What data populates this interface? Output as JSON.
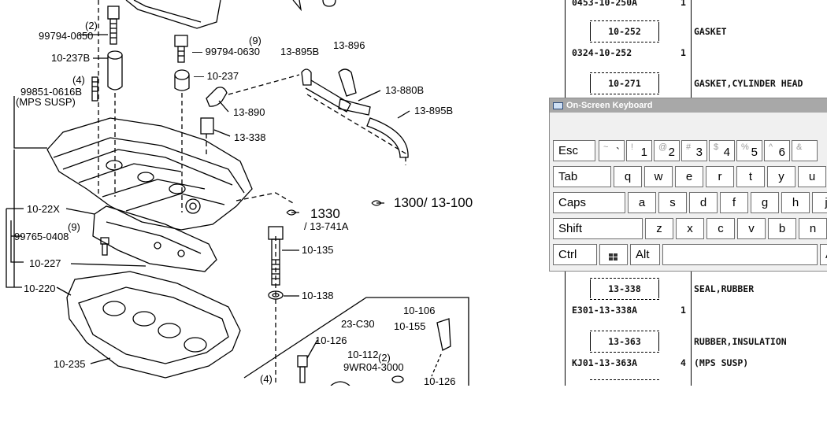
{
  "diagram": {
    "labels": {
      "p99794_0650_qty": "(2)",
      "p99794_0650": "99794-0650",
      "p99794_0630_qty": "(9)",
      "p99794_0630": "— 99794-0630",
      "p13_895B_a": "13-895B",
      "p13_896": "13-896",
      "p10_237B": "10-237B",
      "p10_237": "— 10-237",
      "p13_880B": "13-880B",
      "p13_895B_b": "13-895B",
      "p4a_qty": "(4)",
      "p99851": "99851-0616B",
      "p_mps": "(MPS SUSP)",
      "p13_890": "13-890",
      "p13_338": "13-338",
      "p1300": "1300/ 13-100",
      "p1330": "1330",
      "p13_741A": "/ 13-741A",
      "p10_22X": "10-22X",
      "p9_qty": "(9)",
      "p99765": "99765-0408",
      "p10_135": "10-135",
      "p10_227": "10-227",
      "p10_220": "10-220",
      "p10_138": "10-138",
      "p10_106": "10-106",
      "p23_C30": "23-C30",
      "p10_155": "10-155",
      "p10_126a": "10-126",
      "p10_112": "10-112",
      "p2b_qty": "(2)",
      "p9WR04": "9WR04-3000",
      "p10_235": "10-235",
      "p4b_qty": "(4)",
      "p10_126b": "10-126"
    }
  },
  "parts_list": {
    "top_partial": {
      "number": "0453-10-250A",
      "qty": "1"
    },
    "rows": [
      {
        "ref": "10-252",
        "number": "0324-10-252",
        "qty": "1",
        "desc": "GASKET",
        "note": ""
      },
      {
        "ref": "10-271",
        "number": "",
        "qty": "",
        "desc": "GASKET,CYLINDER HEAD",
        "note": ""
      },
      {
        "ref": "13-338",
        "number": "E301-13-338A",
        "qty": "1",
        "desc": "SEAL,RUBBER",
        "note": ""
      },
      {
        "ref": "13-363",
        "number": "KJ01-13-363A",
        "qty": "4",
        "desc": "RUBBER,INSULATION",
        "note": "(MPS SUSP)"
      }
    ]
  },
  "osk": {
    "title": "On-Screen Keyboard",
    "keys": {
      "esc": "Esc",
      "tilde_shift": "~",
      "tilde_main": "`",
      "k1_shift": "!",
      "k1_main": "1",
      "k2_shift": "@",
      "k2_main": "2",
      "k3_shift": "#",
      "k3_main": "3",
      "k4_shift": "$",
      "k4_main": "4",
      "k5_shift": "%",
      "k5_main": "5",
      "k6_shift": "^",
      "k6_main": "6",
      "k7_shift": "&",
      "tab": "Tab",
      "q": "q",
      "w": "w",
      "e": "e",
      "r": "r",
      "t": "t",
      "y": "y",
      "u": "u",
      "caps": "Caps",
      "a": "a",
      "s": "s",
      "d": "d",
      "f": "f",
      "g": "g",
      "h": "h",
      "j": "j",
      "shift": "Shift",
      "z": "z",
      "x": "x",
      "c": "c",
      "v": "v",
      "b": "b",
      "n": "n",
      "ctrl": "Ctrl",
      "alt": "Alt",
      "right_partial": "A"
    }
  }
}
